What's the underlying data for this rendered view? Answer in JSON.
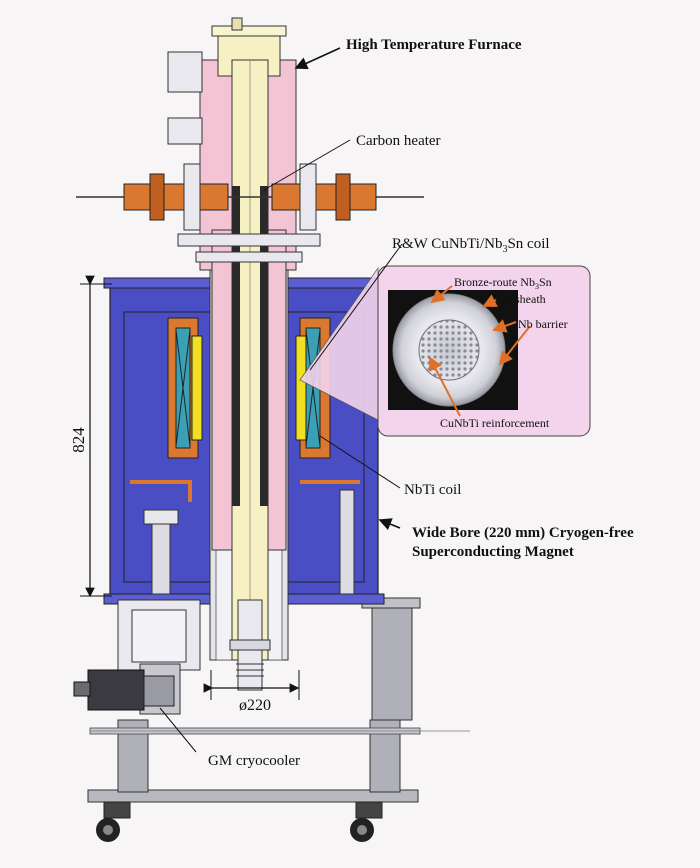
{
  "labels": {
    "furnace": "High Temperature Furnace",
    "heater": "Carbon heater",
    "rw_coil_pre": "R&W CuNbTi/Nb",
    "rw_coil_sub": "3",
    "rw_coil_post": "Sn coil",
    "nbti_coil": "NbTi coil",
    "magnet_line1": "Wide Bore (220 mm) Cryogen-free",
    "magnet_line2": "Superconducting Magnet",
    "cryocooler": "GM cryocooler",
    "height_dim": "824",
    "bore_dim": "ø220"
  },
  "inset": {
    "bronze_pre": "Bronze-route Nb",
    "bronze_sub": "3",
    "bronze_post": "Sn",
    "cu_sheath": "Cu sheath",
    "nb_barrier": "Nb barrier",
    "reinforcement": "CuNbTi reinforcement"
  },
  "colors": {
    "cryostat_blue": "#4a4ec4",
    "furnace_pink": "#f2c4d4",
    "furnace_cream": "#f6f0c2",
    "copper": "#d9782e",
    "coil_teal": "#3aa0b6",
    "coil_yellow": "#f0e020",
    "frame_gray": "#b0b0b8",
    "inset_bg": "#f3d4ec"
  }
}
